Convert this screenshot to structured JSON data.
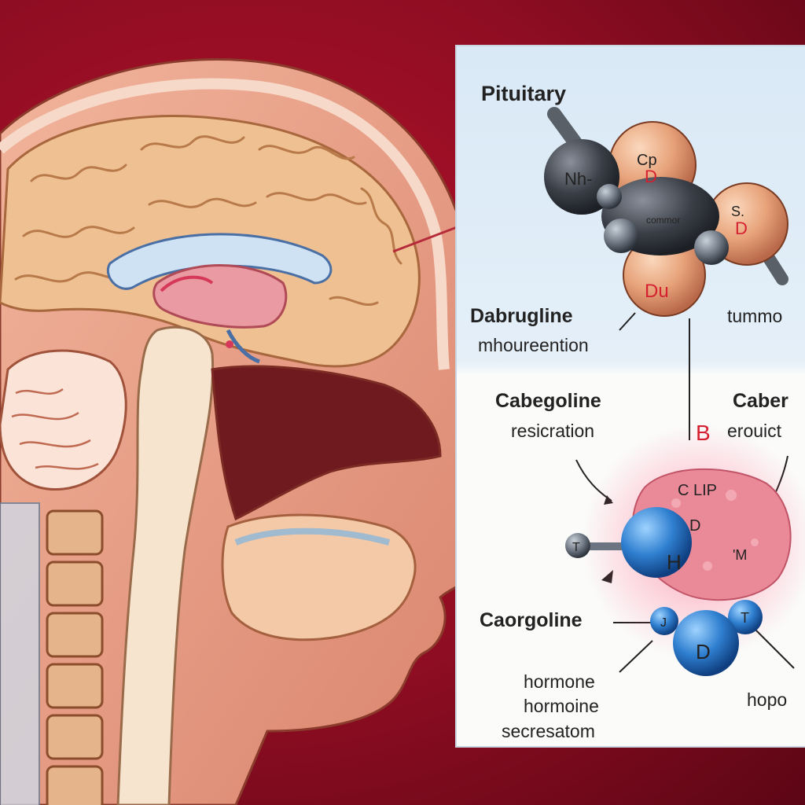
{
  "labels": {
    "pituitary": "Pituitary",
    "nh": "Nh-",
    "cd": "Cp",
    "cd_d": "D",
    "sd": "S.",
    "sd_d": "D",
    "dd": "Du",
    "commor": "commor",
    "dabrugline": "Dabrugline",
    "mhoureention": "mhoureention",
    "tummo": "tummo",
    "cabegoline": "Cabegoline",
    "resicration": "resicration",
    "caber": "Caber",
    "erouict": "erouict",
    "b_mark": "B",
    "clip": "C LIP",
    "clip_d": "D",
    "m_mark": "'M",
    "h_atom": "H",
    "t_atom": "T",
    "j_atom": "J",
    "t2_atom": "T",
    "d_atom": "D",
    "caorgoline": "Caorgoline",
    "hormone1": "hormone",
    "hormone2": "hormoine",
    "secresatom": "secresatom",
    "hopo": "hopo"
  },
  "colors": {
    "background": "#a50f27",
    "panel_top": "#dcebf7",
    "panel_bottom": "#fbfbfa",
    "atom_orange": "#e7a37a",
    "atom_dark": "#3a3f47",
    "atom_blue": "#2f7fd0",
    "tumor_pink": "#e98a98",
    "accent_red": "#d42030"
  }
}
